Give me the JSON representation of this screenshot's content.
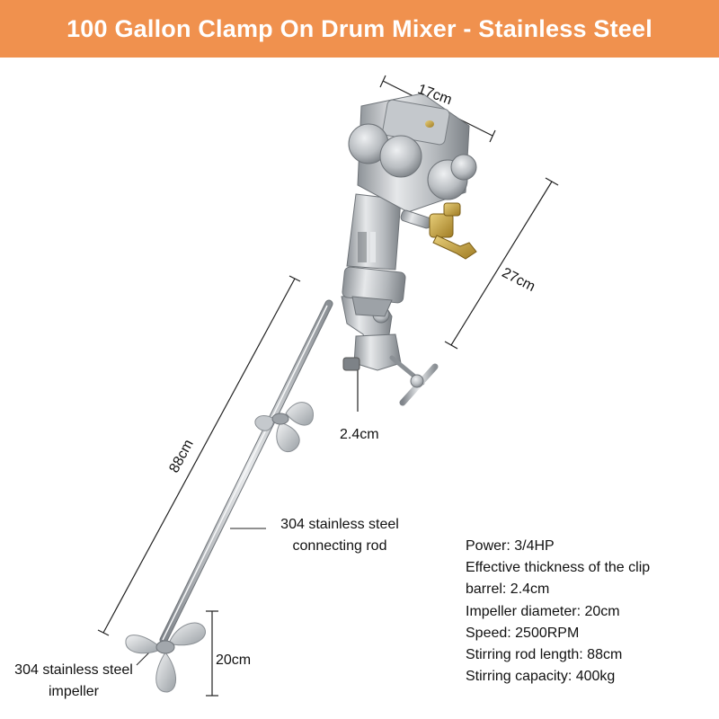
{
  "title": "100 Gallon Clamp On Drum Mixer - Stainless Steel",
  "dimensions": {
    "width_top": "17cm",
    "height_motor": "27cm",
    "clip": "2.4cm",
    "rod_length": "88cm",
    "impeller": "20cm"
  },
  "callouts": {
    "rod_line1": "304 stainless steel",
    "rod_line2": "connecting rod",
    "impeller_line1": "304 stainless steel",
    "impeller_line2": "impeller"
  },
  "specs": {
    "power": "Power: 3/4HP",
    "clip_line1": "Effective thickness of the clip",
    "clip_line2": "barrel: 2.4cm",
    "impeller_diameter": "Impeller diameter: 20cm",
    "speed": "Speed: 2500RPM",
    "rod_length": "Stirring rod length: 88cm",
    "capacity": "Stirring capacity: 400kg"
  },
  "colors": {
    "banner": "#f0914e",
    "steel_light": "#d9dcdf",
    "steel_dark": "#8a8f94",
    "brass": "#c9a440"
  }
}
